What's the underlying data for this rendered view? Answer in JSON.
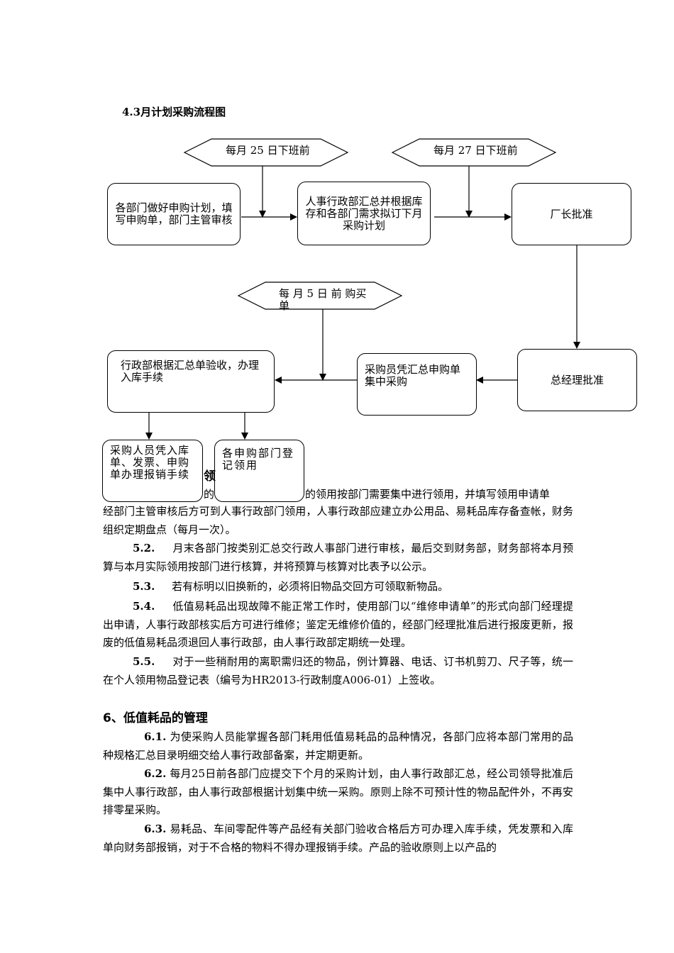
{
  "flow": {
    "title": "4.3月计划采购流程图",
    "hex1": "每月 25 日下班前",
    "hex2": "每月 27 日下班前",
    "hex3": "每 月 5 日 前 购买单",
    "box_dept_apply": "各部门做好申购计划，填写申购单，部门主管审核",
    "box_hr_summary": "人事行政部汇总并根据库存和各部门需求拟订下月采购计划",
    "box_factory": "厂长批准",
    "box_gm": "总经理批准",
    "box_buyer": "采购员凭汇总申购单集中采购",
    "box_admin_accept": "行政部根据汇总单验收，办理入库手续",
    "box_reimburse": "采购人员凭入库单、发票、申购单办理报销手续",
    "box_dept_register": "各申购部门登记领用"
  },
  "hidden_heading_fragment": "领",
  "section5": {
    "p1_fragment_a": "的办",
    "p1_fragment_b": "的领用按部门需要集中进行领用，并填写领用申请单",
    "p1_rest": "经部门主管审核后方可到人事行政部门领用，人事行政部应建立办公用品、易耗品库存备查帐，财务组织定期盘点（每月一次）。",
    "p2_num": "5.2.",
    "p2_text": "月末各部门按类别汇总交行政人事部门进行审核，最后交到财务部，财务部将本月预算与本月实际领用按部门进行核算，并将预算与核算对比表予以公示。",
    "p3_num": "5.3.",
    "p3_text": "若有标明以旧换新的，必须将旧物品交回方可领取新物品。",
    "p4_num": "5.4.",
    "p4_text": "低值易耗品出现故障不能正常工作时，使用部门以“维修申请单”的形式向部门经理提出申请，人事行政部核实后方可进行维修；鉴定无维修价值的，经部门经理批准后进行报废更新，报废的低值易耗品须退回人事行政部，由人事行政部定期统一处理。",
    "p5_num": "5.5.",
    "p5_text": "对于一些稍耐用的离职需归还的物品，例计算器、电话、订书机剪刀、尺子等，统一在个人领用物品登记表（编号为HR2013-行政制度A006-01）上签收。"
  },
  "section6": {
    "title": "6、低值耗品的管理",
    "p1_num": "6.1.",
    "p1_text": "为使采购人员能掌握各部门耗用低值易耗品的品种情况，各部门应将本部门常用的品种规格汇总目录明细交给人事行政部备案，并定期更新。",
    "p2_num": "6.2.",
    "p2_text": "每月25日前各部门应提交下个月的采购计划，由人事行政部汇总，经公司领导批准后集中人事行政部，由人事行政部根据计划集中统一采购。原则上除不可预计性的物品配件外，不再安排零星采购。",
    "p3_num": "6.3.",
    "p3_text": "易耗品、车间零配件等产品经有关部门验收合格后方可办理入库手续，凭发票和入库单向财务部报销，对于不合格的物料不得办理报销手续。产品的验收原则上以产品的"
  }
}
